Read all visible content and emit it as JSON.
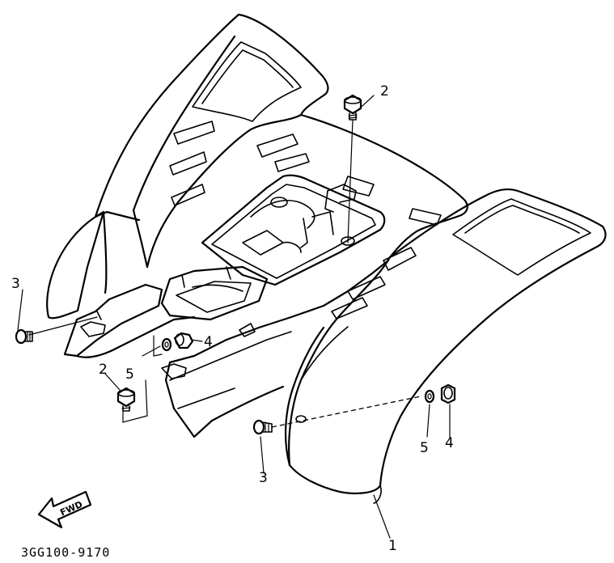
{
  "diagram": {
    "drawing_code": "3GG100-9170",
    "direction_label": "FWD",
    "callouts": {
      "part_1": "1",
      "part_2_top": "2",
      "part_2_left": "2",
      "part_3_left": "3",
      "part_3_bottom": "3",
      "part_4_center": "4",
      "part_4_right": "4",
      "part_5_left": "5",
      "part_5_right": "5"
    }
  }
}
